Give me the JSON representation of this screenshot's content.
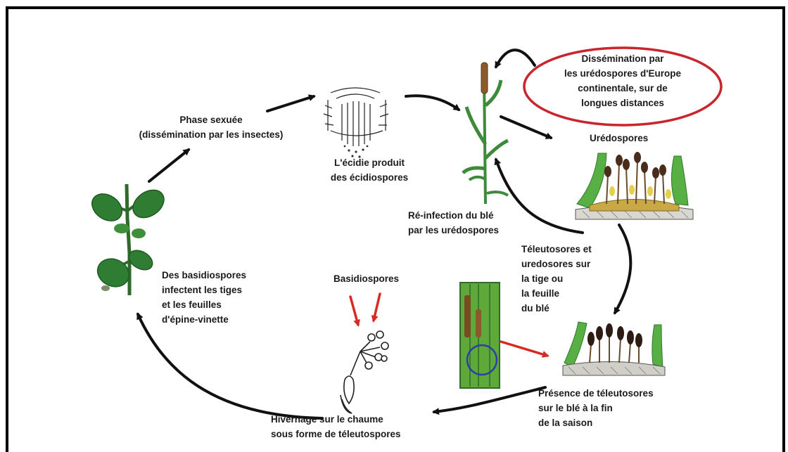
{
  "diagram": {
    "labels": {
      "dissemination_europe": [
        "Dissémination par",
        "les urédospores d'Europe",
        "continentale, sur de",
        "longues distances"
      ],
      "phase_sexuee": [
        "Phase sexuée",
        "(dissémination par les insectes)"
      ],
      "ecidie": [
        "L'écidie produit",
        "des écidiospores"
      ],
      "uredospores": "Urédospores",
      "reinfection": [
        "Ré-infection du blé",
        "par les urédospores"
      ],
      "teleutosores_uredosores": [
        "Téleutosores et",
        "uredosores sur",
        "la tige ou",
        "la feuille",
        "du blé"
      ],
      "basidiospores_infect": [
        "Des basidiospores",
        "infectent les tiges",
        "et les feuilles",
        "d'épine-vinette"
      ],
      "basidiospores": "Basidiospores",
      "hivernage": [
        "Hivernage sur le chaume",
        "sous forme de téleutospores"
      ],
      "presence_teleutosores": [
        "Présence de téleutosores",
        "sur le blé à la fin",
        "de la saison"
      ]
    },
    "colors": {
      "frame": "#000000",
      "arrow": "#111111",
      "red_arrow": "#d52b22",
      "ellipse": "#c8262c",
      "leaf": "#2f7d32",
      "leaf_dark": "#1f5a22",
      "stem": "#3c8a3a",
      "spore": "#4a2c1c",
      "sorus_green": "#58b045",
      "circle": "#2a3fa8"
    },
    "icons": [
      "barberry-plant-icon",
      "aecium-icon",
      "wheat-plant-icon",
      "uredinium-icon",
      "telium-icon",
      "wheat-stem-icon",
      "basidium-icon"
    ]
  }
}
